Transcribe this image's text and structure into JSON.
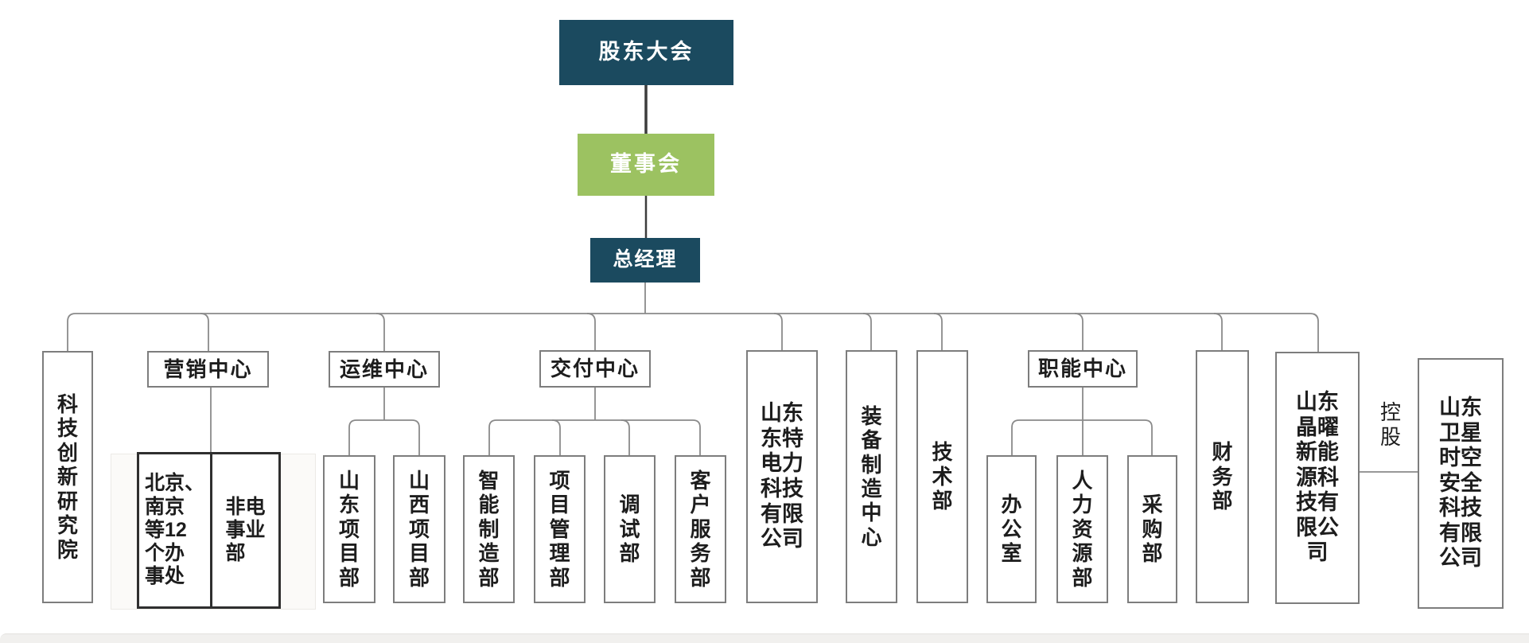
{
  "diagram_type": "org-chart",
  "palette": {
    "dark_teal_box": "#1b4a5f",
    "green_box": "#9cc261",
    "box_border_grey": "#7d7d7d",
    "pair_box_border_dark": "#2f2f2f",
    "connector_grey": "#8a8a8a",
    "connector_dark": "#3d3d3d",
    "text_dark": "#1d1d1d",
    "text_white": "#ffffff",
    "bottom_bar": "#f1f0ee"
  },
  "labels": {
    "shareholders_meeting": "股东大会",
    "board_of_directors": "董事会",
    "general_manager": "总经理",
    "sci_tech_innovation_institute": "科\n技\n创\n新\n研\n究\n院",
    "marketing_center": "营销中心",
    "beijing_nanjing_offices": "北京、\n南京\n等12\n个办\n事处",
    "non_electric_division": "非电\n事业\n部",
    "om_center": "运维中心",
    "shandong_project_dept": "山\n东\n项\n目\n部",
    "shanxi_project_dept": "山\n西\n项\n目\n部",
    "delivery_center": "交付中心",
    "smart_manufacturing_dept": "智\n能\n制\n造\n部",
    "project_management_dept": "项\n目\n管\n理\n部",
    "commissioning_dept": "调\n试\n部",
    "customer_service_dept": "客\n户\n服\n务\n部",
    "dongte_electric_power_co": "山东\n东特\n电力\n科技\n有限\n公司",
    "equipment_manufacturing_center": "装\n备\n制\n造\n中\n心",
    "technology_dept": "技\n术\n部",
    "functional_center": "职能中心",
    "office": "办\n公\n室",
    "hr_dept": "人\n力\n资\n源\n部",
    "procurement_dept": "采\n购\n部",
    "finance_dept": "财\n务\n部",
    "jingyao_new_energy_co": "山东\n晶曜\n新能\n源科\n技有\n限公\n司",
    "holding_label": "控\n股",
    "weixing_spacetime_security_co": "山东\n卫星\n时空\n安全\n科技\n有限\n公司"
  },
  "hierarchy_edges": [
    [
      "股东大会",
      "董事会"
    ],
    [
      "董事会",
      "总经理"
    ],
    [
      "总经理",
      "科技创新研究院"
    ],
    [
      "总经理",
      "营销中心"
    ],
    [
      "总经理",
      "运维中心"
    ],
    [
      "总经理",
      "交付中心"
    ],
    [
      "总经理",
      "山东东特电力科技有限公司"
    ],
    [
      "总经理",
      "装备制造中心"
    ],
    [
      "总经理",
      "技术部"
    ],
    [
      "总经理",
      "职能中心"
    ],
    [
      "总经理",
      "财务部"
    ],
    [
      "总经理",
      "山东晶曜新能源科技有限公司"
    ],
    [
      "营销中心",
      "北京、南京等12个办事处"
    ],
    [
      "营销中心",
      "非电事业部"
    ],
    [
      "运维中心",
      "山东项目部"
    ],
    [
      "运维中心",
      "山西项目部"
    ],
    [
      "交付中心",
      "智能制造部"
    ],
    [
      "交付中心",
      "项目管理部"
    ],
    [
      "交付中心",
      "调试部"
    ],
    [
      "交付中心",
      "客户服务部"
    ],
    [
      "职能中心",
      "办公室"
    ],
    [
      "职能中心",
      "人力资源部"
    ],
    [
      "职能中心",
      "采购部"
    ]
  ],
  "holding_relation": {
    "from": "山东晶曜新能源科技有限公司",
    "label": "控股",
    "to": "山东卫星时空安全科技有限公司"
  }
}
